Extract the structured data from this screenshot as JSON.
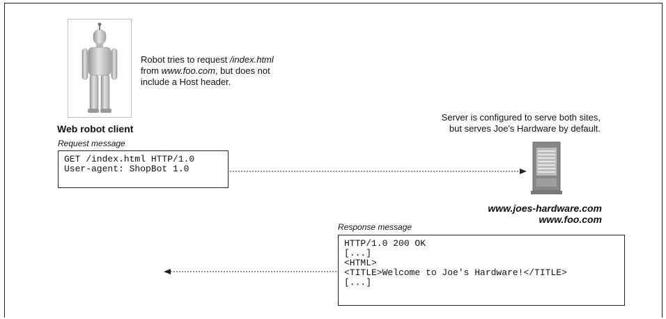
{
  "client": {
    "title": "Web robot client",
    "note": {
      "line1_pre": "Robot tries to request ",
      "line1_path": "/index.html",
      "line2_pre": "from ",
      "line2_host": "www.foo.com",
      "line2_post": ", but does not",
      "line3": "include a Host header."
    }
  },
  "request": {
    "caption": "Request message",
    "lines": [
      "GET /index.html HTTP/1.0",
      "User-agent: ShopBot 1.0"
    ]
  },
  "server": {
    "note_line1": "Server is configured to serve both sites,",
    "note_line2": "but serves Joe's Hardware by default.",
    "host1": "www.joes-hardware.com",
    "host2": "www.foo.com"
  },
  "response": {
    "caption": "Response message",
    "lines": [
      "HTTP/1.0 200 OK",
      "[...]",
      "<HTML>",
      "<TITLE>Welcome to Joe's Hardware!</TITLE>",
      "[...]"
    ]
  },
  "icons": {
    "client": "robot-icon",
    "server": "server-icon"
  }
}
